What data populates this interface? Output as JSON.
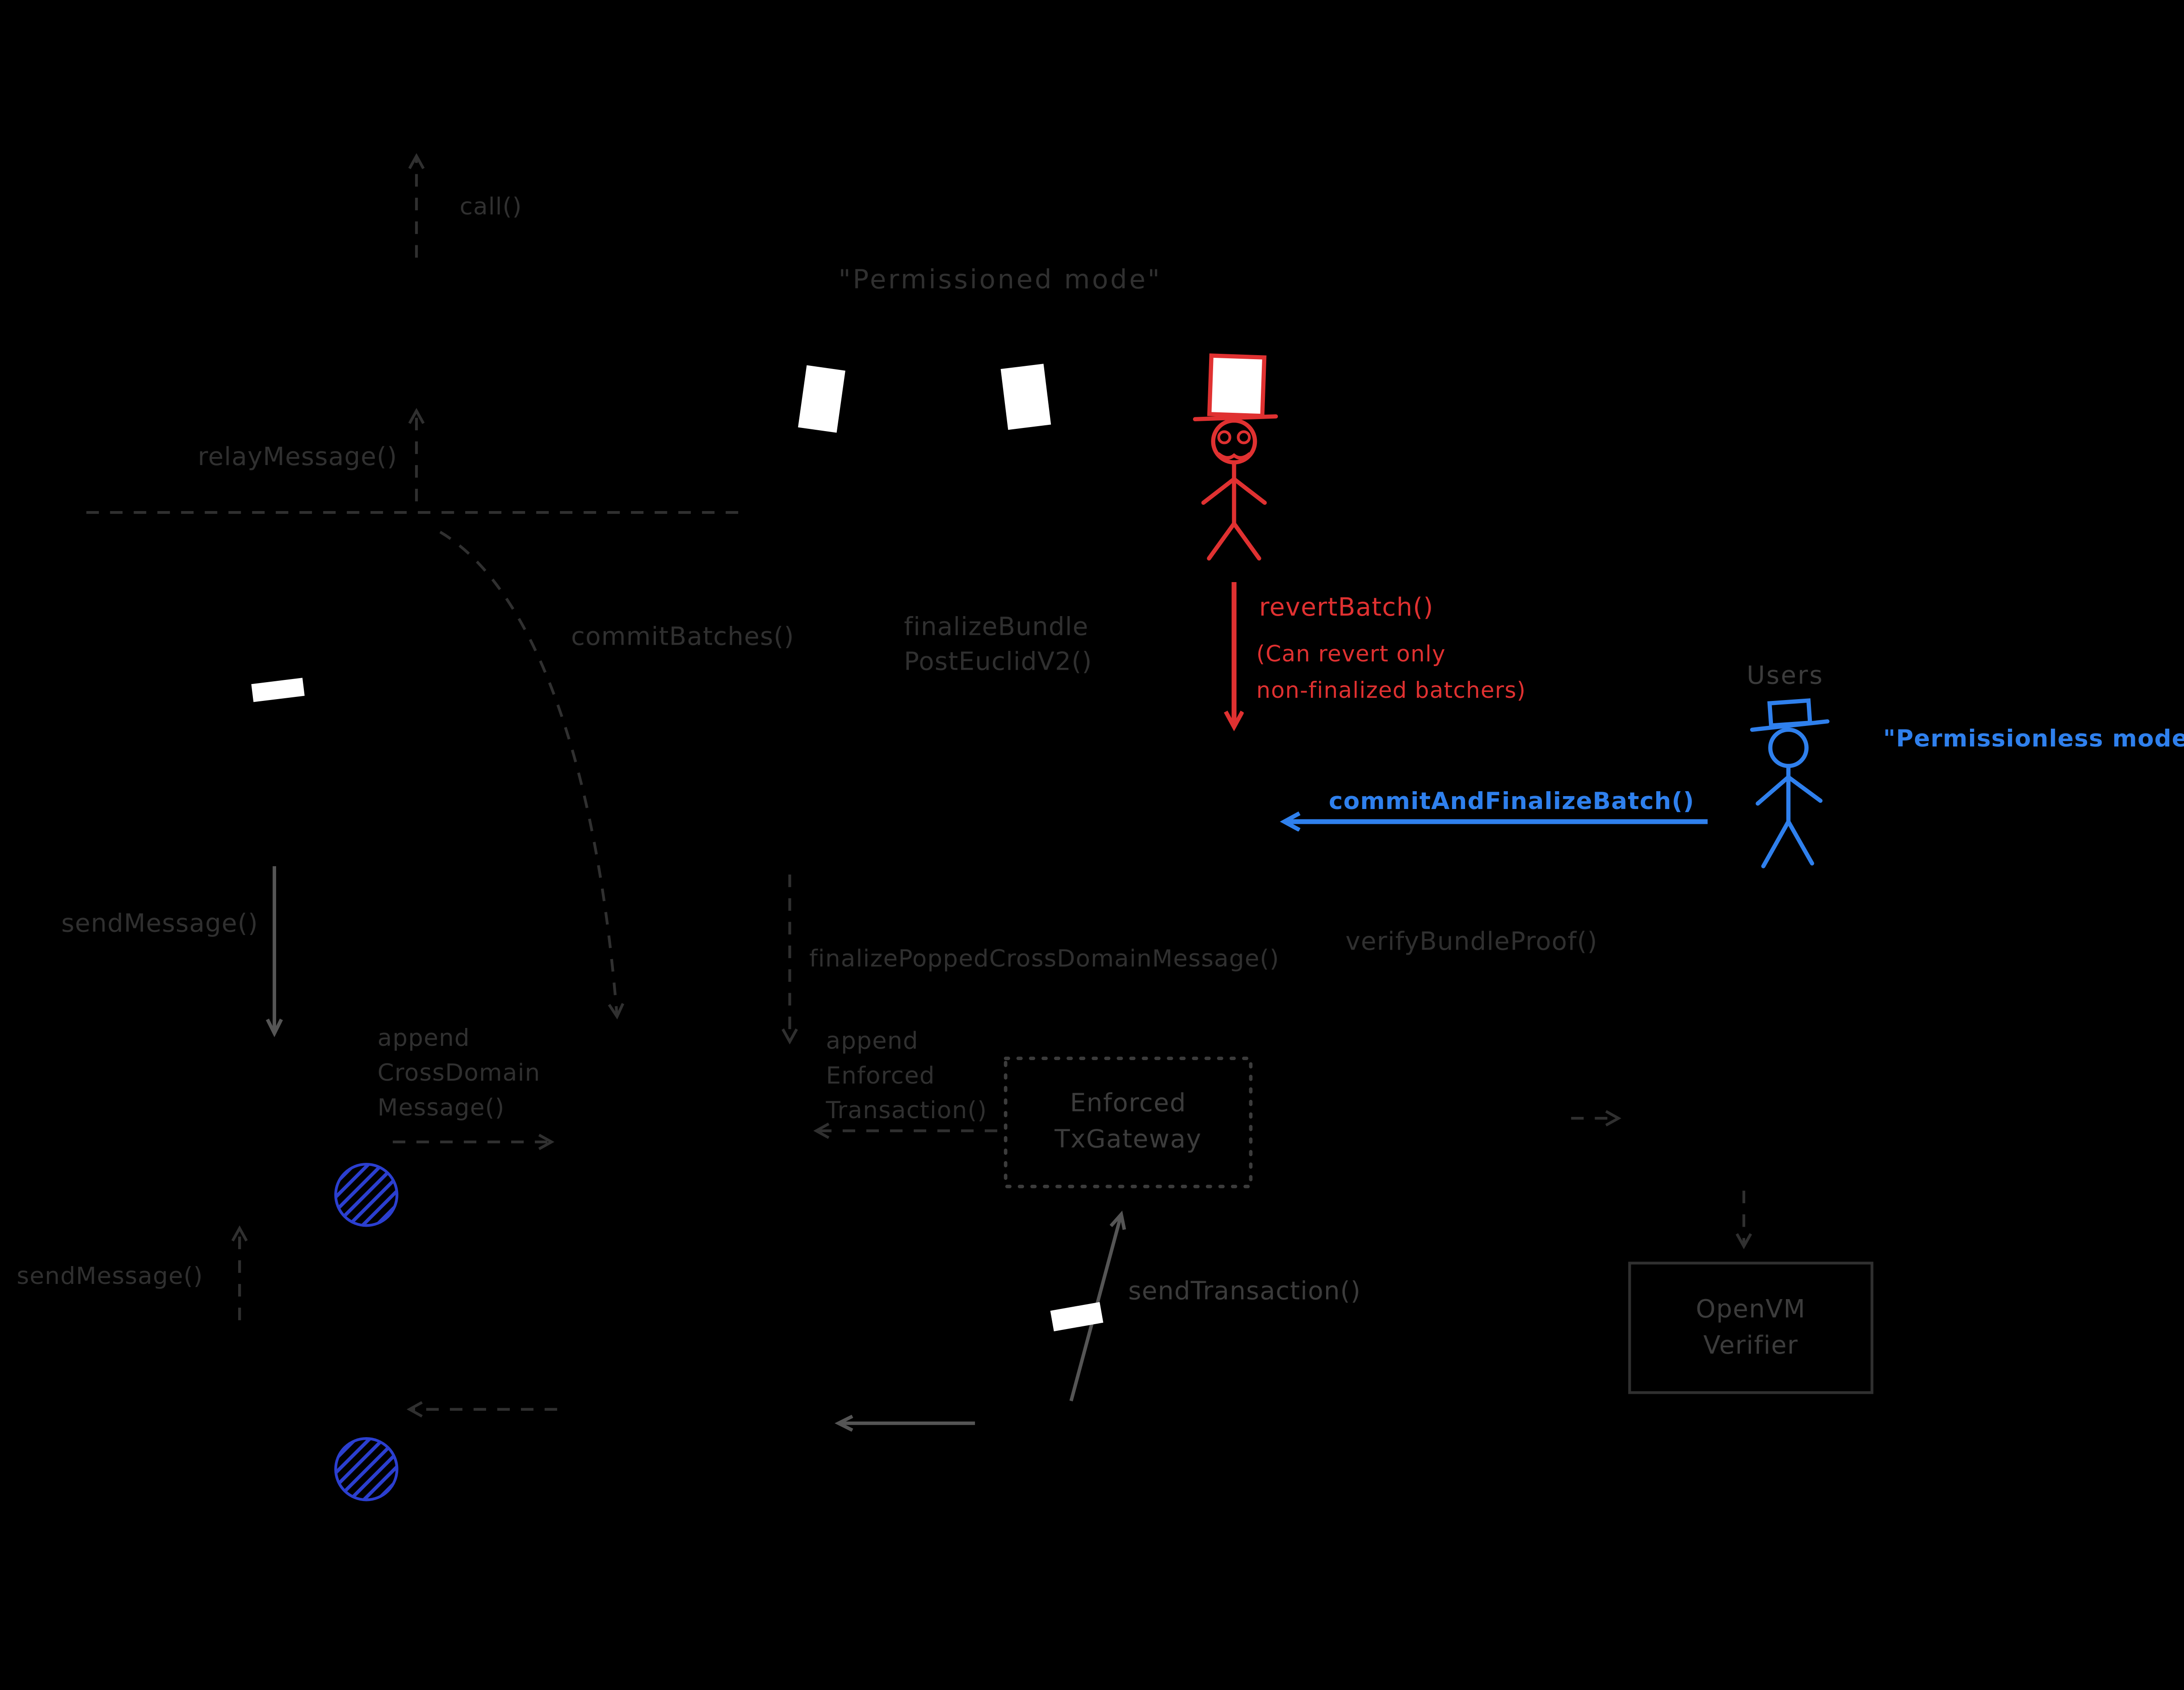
{
  "colors": {
    "background": "#000000",
    "faint_text": "#303030",
    "box_text": "#3c3c3c",
    "mid_gray_arrow": "#555555",
    "red": "#e03131",
    "blue": "#2f80ed",
    "hatch_blue": "#2b3fd0",
    "white": "#ffffff"
  },
  "top": {
    "call": "call()",
    "relay_message": "relayMessage()",
    "permissioned_mode": "\"Permissioned mode\""
  },
  "batch_flow": {
    "commit_batches": "commitBatches()",
    "finalize_bundle": [
      "finalizeBundle",
      "PostEuclidV2()"
    ]
  },
  "revert": {
    "label": "revertBatch()",
    "note": [
      "(Can revert only",
      "non-finalized batchers)"
    ]
  },
  "users": {
    "label": "Users",
    "mode": "\"Permissionless mode\"",
    "commit_and_finalize_batch": "commitAndFinalizeBatch()"
  },
  "messaging": {
    "send_message_top": "sendMessage()",
    "send_message_bottom": "sendMessage()",
    "finalize_popped_cross_domain_message": "finalizePoppedCrossDomainMessage()",
    "verify_bundle_proof": "verifyBundleProof()",
    "append_cross_domain_message": [
      "append",
      "CrossDomain",
      "Message()"
    ],
    "append_enforced_transaction": [
      "append",
      "Enforced",
      "Transaction()"
    ],
    "send_transaction": "sendTransaction()"
  },
  "boxes": {
    "enforced_tx_gateway": [
      "Enforced",
      "TxGateway"
    ],
    "openvm_verifier": [
      "OpenVM",
      "Verifier"
    ]
  },
  "icons": {
    "sequencer_actor": "top-hat-operator-icon",
    "users_actor": "user-actor-icon",
    "hatched_circles": "hatched-circle-icon",
    "white_notches": "white-notch-icon"
  }
}
